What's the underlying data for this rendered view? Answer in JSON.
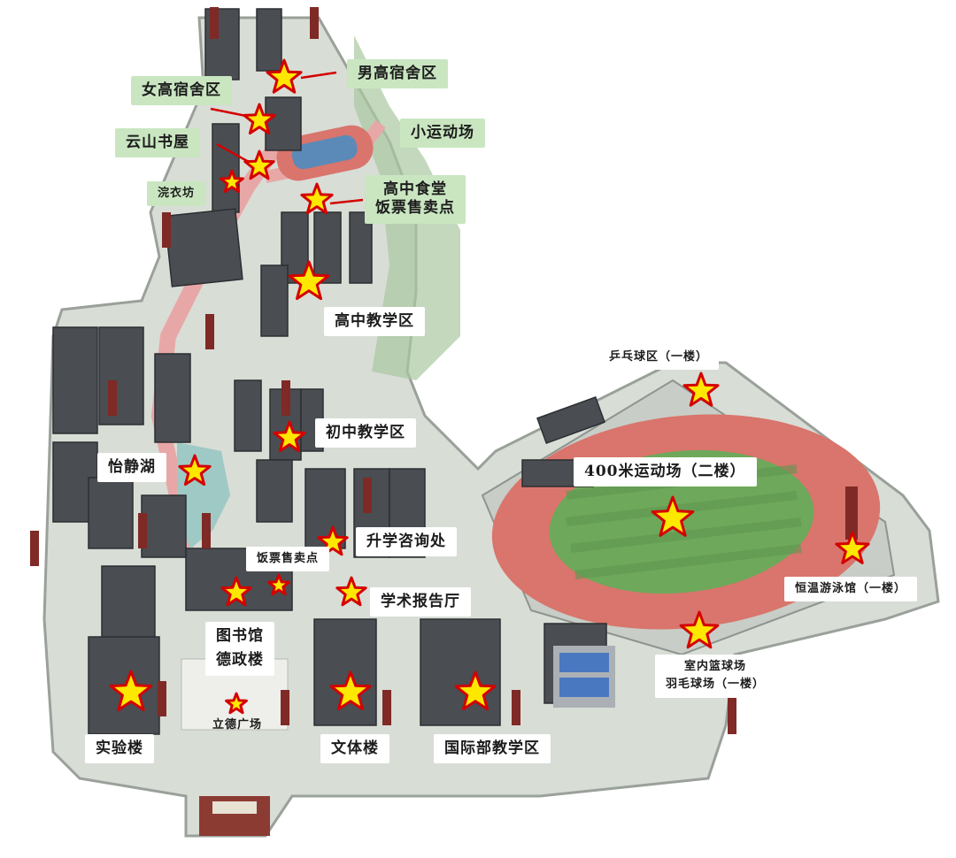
{
  "colors": {
    "star_fill": "#ffe800",
    "star_stroke": "#d40000",
    "label_green": "#c9e6c1",
    "label_white": "#ffffff",
    "track": "#d9756c",
    "field": "#6ea85a",
    "path": "#e8a7a7",
    "ground": "#d8ddd6",
    "roof": "#4a4d52"
  },
  "labels": {
    "boys_dorm": "男高宿舍区",
    "girls_dorm": "女高宿舍区",
    "yunshan_bookhouse": "云山书屋",
    "small_field": "小运动场",
    "laundry": "浣衣坊",
    "hs_canteen": "高中食堂",
    "meal_ticket_1": "饭票售卖点",
    "hs_teaching": "高中教学区",
    "pingpong": "乒乓球区（一楼）",
    "ms_teaching": "初中教学区",
    "yijing_lake": "怡静湖",
    "stadium": "400米运动场（二楼）",
    "admission_office": "升学咨询处",
    "meal_ticket_2": "饭票售卖点",
    "lecture_hall": "学术报告厅",
    "pool": "恒温游泳馆（一楼）",
    "library_line1": "图书馆",
    "library_line2": "德政楼",
    "indoor_courts_line1": "室内篮球场",
    "indoor_courts_line2": "羽毛球场（一楼）",
    "lide_square": "立德广场",
    "lab_building": "实验楼",
    "arts_sports": "文体楼",
    "intl_teaching": "国际部教学区"
  },
  "markers": [
    {
      "name": "boys-dorm-marker",
      "label_ref": "boys_dorm"
    },
    {
      "name": "girls-dorm-marker",
      "label_ref": "girls_dorm"
    },
    {
      "name": "yunshan-bookhouse-marker",
      "label_ref": "yunshan_bookhouse"
    },
    {
      "name": "laundry-marker",
      "label_ref": "laundry"
    },
    {
      "name": "hs-canteen-marker",
      "label_ref": "hs_canteen"
    },
    {
      "name": "hs-teaching-marker",
      "label_ref": "hs_teaching"
    },
    {
      "name": "ms-teaching-marker",
      "label_ref": "ms_teaching"
    },
    {
      "name": "yijing-lake-marker",
      "label_ref": "yijing_lake"
    },
    {
      "name": "admission-office-marker",
      "label_ref": "admission_office"
    },
    {
      "name": "meal-ticket-marker",
      "label_ref": "meal_ticket_2"
    },
    {
      "name": "library-marker",
      "label_ref": "library_line1"
    },
    {
      "name": "lecture-hall-marker",
      "label_ref": "lecture_hall"
    },
    {
      "name": "pingpong-marker",
      "label_ref": "pingpong"
    },
    {
      "name": "stadium-marker",
      "label_ref": "stadium"
    },
    {
      "name": "pool-marker",
      "label_ref": "pool"
    },
    {
      "name": "indoor-courts-marker",
      "label_ref": "indoor_courts_line1"
    },
    {
      "name": "lab-building-marker",
      "label_ref": "lab_building"
    },
    {
      "name": "lide-square-marker",
      "label_ref": "lide_square"
    },
    {
      "name": "arts-sports-marker",
      "label_ref": "arts_sports"
    },
    {
      "name": "intl-teaching-marker",
      "label_ref": "intl_teaching"
    }
  ]
}
